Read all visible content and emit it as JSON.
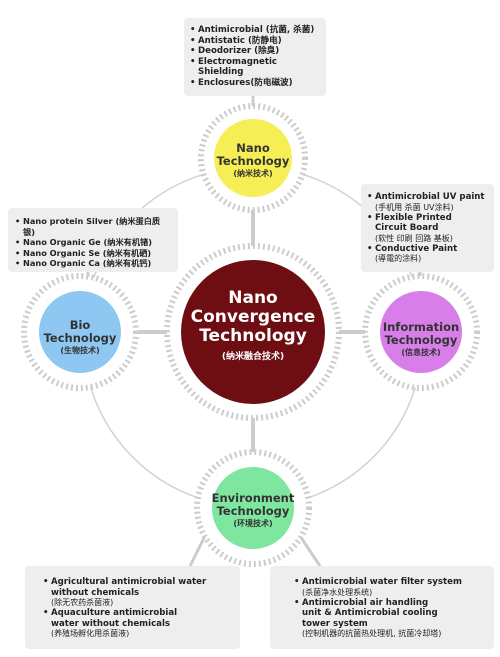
{
  "colors": {
    "center": "#6e0e12",
    "nano": "#f6ee55",
    "bio": "#8ec8f2",
    "information": "#d77ee8",
    "environment": "#7fe6a0",
    "ring": "#cfcfcf",
    "box": "#eeeeee"
  },
  "center": {
    "line1": "Nano",
    "line2": "Convergence",
    "line3": "Technology",
    "zh": "(纳米融合技术)"
  },
  "nodes": {
    "nano": {
      "line1": "Nano",
      "line2": "Technology",
      "zh": "(纳米技术)"
    },
    "bio": {
      "line1": "Bio",
      "line2": "Technology",
      "zh": "(生物技术)"
    },
    "information": {
      "line1": "Information",
      "line2": "Technology",
      "zh": "(信息技术)"
    },
    "environment": {
      "line1": "Environment",
      "line2": "Technology",
      "zh": "(环境技术)"
    }
  },
  "boxes": {
    "nano": [
      "Antimicrobial (抗菌, 杀菌)",
      "Antistatic (防静电)",
      "Deodorizer (除臭)",
      "Electromagnetic Shielding",
      "Enclosures(防电磁波)"
    ],
    "bio": [
      "Nano protein Silver (纳米蛋白质银)",
      "Nano Organic Ge (纳米有机锗)",
      "Nano Organic Se (纳米有机硒)",
      "Nano Organic Ca (纳米有机钙)"
    ],
    "information": [
      {
        "en": "Antimicrobial UV paint",
        "zh": "(手机用 杀菌 UV涂料)"
      },
      {
        "en": "Flexible Printed",
        "en2": "Circuit Board",
        "zh": "(软性 印刷 回路 基板)"
      },
      {
        "en": "Conductive Paint",
        "zh": "(導電的涂料)"
      }
    ],
    "env_left": [
      {
        "en": "Agricultural antimicrobial water",
        "en2": "without chemicals",
        "zh": "(除无农药杀菌液)"
      },
      {
        "en": "Aquaculture antimicrobial",
        "en2": "water without chemicals",
        "zh": "(养殖场孵化用杀菌液)"
      }
    ],
    "env_right": [
      {
        "en": "Antimicrobial water  filter system",
        "zh": "(杀菌净水处理系统)"
      },
      {
        "en": "Antimicrobial air handling",
        "en2": "unit & Antimicrobial cooling",
        "en3": "tower system",
        "zh": "(控制机器的抗菌热处理机, 抗菌冷却塔)"
      }
    ]
  }
}
